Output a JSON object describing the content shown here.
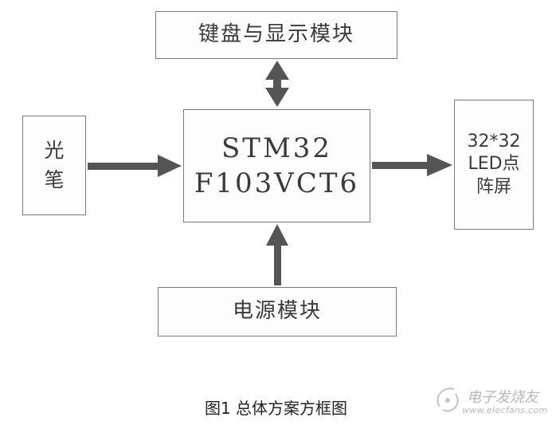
{
  "diagram": {
    "blocks": {
      "keyboard_display": "键盘与显示模块",
      "mcu": "STM32\nF103VCT6",
      "light_pen": "光\n笔",
      "led_matrix": "32*32\nLED点\n阵屏",
      "power": "电源模块"
    },
    "connections": [
      {
        "from": "keyboard_display",
        "to": "mcu",
        "direction": "bidirectional"
      },
      {
        "from": "light_pen",
        "to": "mcu",
        "direction": "forward"
      },
      {
        "from": "mcu",
        "to": "led_matrix",
        "direction": "forward"
      },
      {
        "from": "power",
        "to": "mcu",
        "direction": "forward"
      }
    ],
    "arrow_color": "#555555"
  },
  "caption": "图1 总体方案方框图",
  "watermark": {
    "name": "电子发烧友",
    "url": "www.elecfans.com"
  }
}
